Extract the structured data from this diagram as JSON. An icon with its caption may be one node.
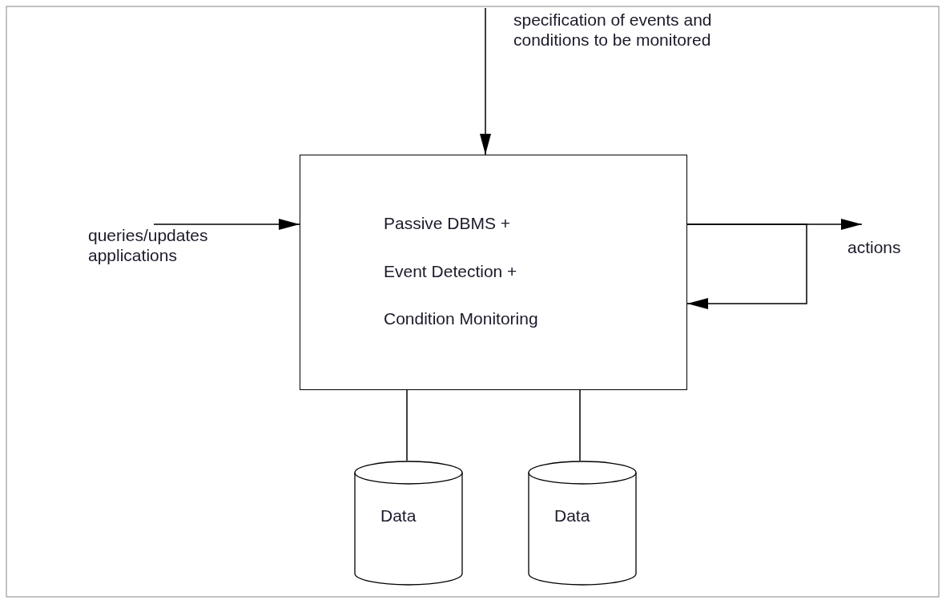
{
  "diagram": {
    "nodes": [
      {
        "text": [
          "Passive DBMS +",
          "Event Detection +",
          "Condition Monitoring"
        ]
      },
      {
        "text": [
          "Data"
        ]
      },
      {
        "text": [
          "Data"
        ]
      },
      {
        "text": [
          "specification of events and conditions to be monitored"
        ]
      },
      {
        "text": [
          "queries/updates applications"
        ]
      },
      {
        "text": [
          "actions"
        ]
      }
    ],
    "edges": [
      {
        "from": 3,
        "to": 0,
        "arrow": "to"
      },
      {
        "from": 4,
        "to": 0,
        "arrow": "to"
      },
      {
        "from": 0,
        "to": 5,
        "arrow": "to"
      },
      {
        "from": 0,
        "to": 0,
        "arrow": "to"
      },
      {
        "from": 0,
        "to": 1,
        "arrow": "none"
      },
      {
        "from": 0,
        "to": 2,
        "arrow": "none"
      }
    ]
  }
}
